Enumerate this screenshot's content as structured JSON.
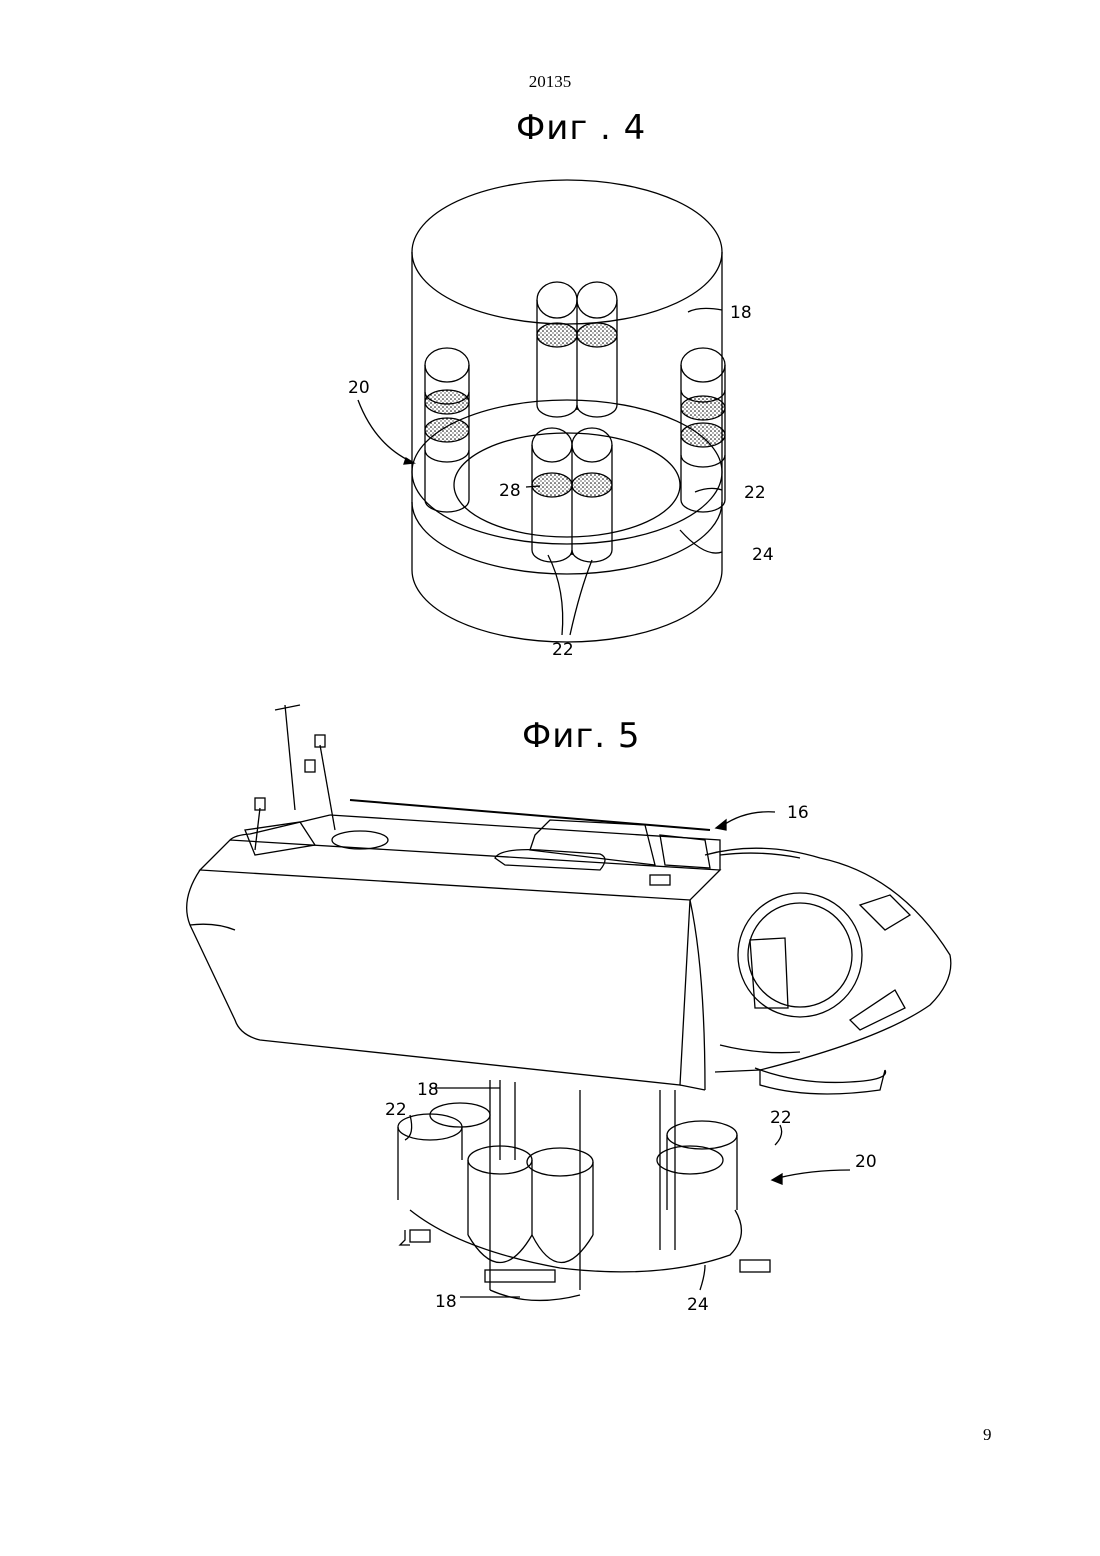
{
  "document": {
    "number": "20135",
    "page": "9"
  },
  "figures": [
    {
      "title": "Фиг . 4",
      "labels": {
        "housing": "18",
        "assembly": "20",
        "tank_right": "22",
        "tank_bottom": "22",
        "media": "28",
        "ring": "24"
      }
    },
    {
      "title": "Фиг. 5",
      "labels": {
        "nacelle": "16",
        "tower_top": "18",
        "tower_bottom": "18",
        "tank_left": "22",
        "tank_right": "22",
        "assembly": "20",
        "ring": "24"
      }
    }
  ]
}
